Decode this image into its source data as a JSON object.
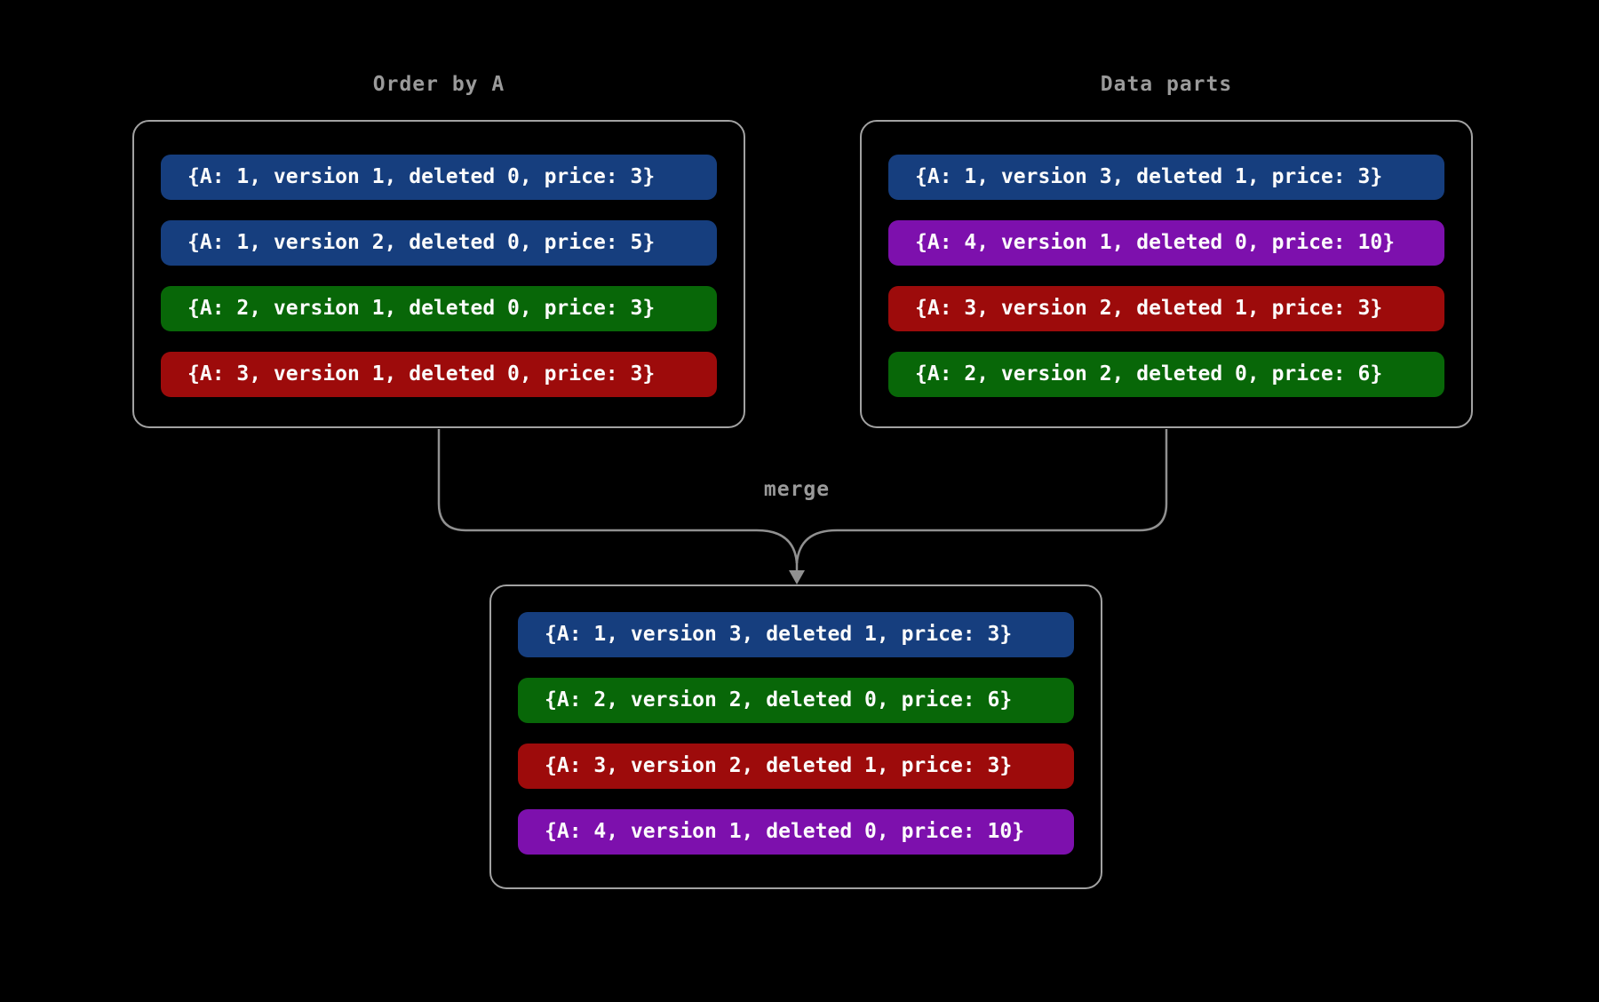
{
  "canvas_bg": "#000000",
  "colors": {
    "canvas_bg": "#000000",
    "blue": "#163E7E",
    "green": "#086708",
    "red": "#9D0B0B",
    "purple": "#7D10AD",
    "box_border": "#A2A2A2",
    "line": "#909090",
    "title": "#9A9A9A",
    "row_text": "#FCFCFC"
  },
  "merge": {
    "label": "merge"
  },
  "groups": {
    "order_by_a": {
      "title": "Order by A",
      "rows": [
        {
          "text": "{A: 1, version 1, deleted 0, price: 3}",
          "color": "#163E7E"
        },
        {
          "text": "{A: 1, version 2, deleted 0, price: 5}",
          "color": "#163E7E"
        },
        {
          "text": "{A: 2, version 1, deleted 0, price: 3}",
          "color": "#086708"
        },
        {
          "text": "{A: 3, version 1, deleted 0, price: 3}",
          "color": "#9D0B0B"
        }
      ]
    },
    "data_parts": {
      "title": "Data parts",
      "rows": [
        {
          "text": "{A: 1, version 3, deleted 1, price: 3}",
          "color": "#163E7E"
        },
        {
          "text": "{A: 4, version 1, deleted 0, price: 10}",
          "color": "#7D10AD"
        },
        {
          "text": "{A: 3, version 2, deleted 1, price: 3}",
          "color": "#9D0B0B"
        },
        {
          "text": "{A: 2, version 2, deleted 0, price: 6}",
          "color": "#086708"
        }
      ]
    },
    "merged": {
      "rows": [
        {
          "text": "{A: 1, version 3, deleted 1, price: 3}",
          "color": "#163E7E"
        },
        {
          "text": "{A: 2, version 2, deleted 0, price: 6}",
          "color": "#086708"
        },
        {
          "text": "{A: 3, version 2, deleted 1, price: 3}",
          "color": "#9D0B0B"
        },
        {
          "text": "{A: 4, version 1, deleted 0, price: 10}",
          "color": "#7D10AD"
        }
      ]
    }
  }
}
